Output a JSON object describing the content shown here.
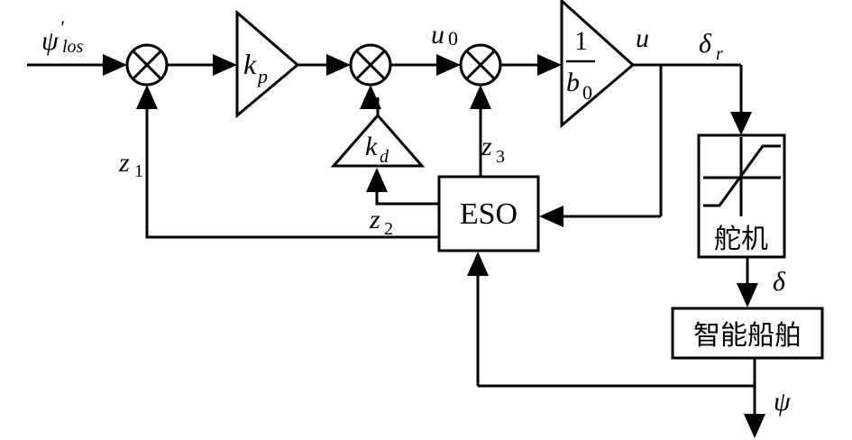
{
  "diagram": {
    "title": "ADRC heading control loop with ESO for intelligent ship",
    "signals": {
      "reference_main": "ψ",
      "reference_prime": "′",
      "reference_sub": "los",
      "u0_main": "u",
      "u0_sub": "0",
      "u": "u",
      "delta_r_main": "δ",
      "delta_r_sub": "r",
      "delta": "δ",
      "psi": "ψ",
      "z1_main": "z",
      "z1_sub": "1",
      "z2_main": "z",
      "z2_sub": "2",
      "z3_main": "z",
      "z3_sub": "3"
    },
    "blocks": {
      "kp_main": "k",
      "kp_sub": "p",
      "kd_main": "k",
      "kd_sub": "d",
      "inv_b0_num": "1",
      "inv_b0_den_main": "b",
      "inv_b0_den_sub": "0",
      "eso": "ESO",
      "servo": "舵机",
      "ship": "智能船舶"
    },
    "summing_junctions": [
      {
        "name": "sum-1",
        "inputs": [
          "ψ′los",
          "z1"
        ]
      },
      {
        "name": "sum-2",
        "inputs": [
          "kp output",
          "kd output"
        ]
      },
      {
        "name": "sum-3",
        "inputs": [
          "u0",
          "z3"
        ]
      }
    ],
    "connections": [
      "ψ′los → sum-1",
      "sum-1 → kp",
      "kp → sum-2",
      "sum-2 → u0 → sum-3",
      "sum-3 → 1/b0",
      "1/b0 → u → ESO",
      "u → δr → 舵机",
      "舵机 → δ → 智能船舶",
      "智能船舶 → ψ → output",
      "ψ → ESO",
      "ESO → z1 → sum-1",
      "ESO → z2 → kd → sum-2",
      "ESO → z3 → sum-3"
    ]
  }
}
